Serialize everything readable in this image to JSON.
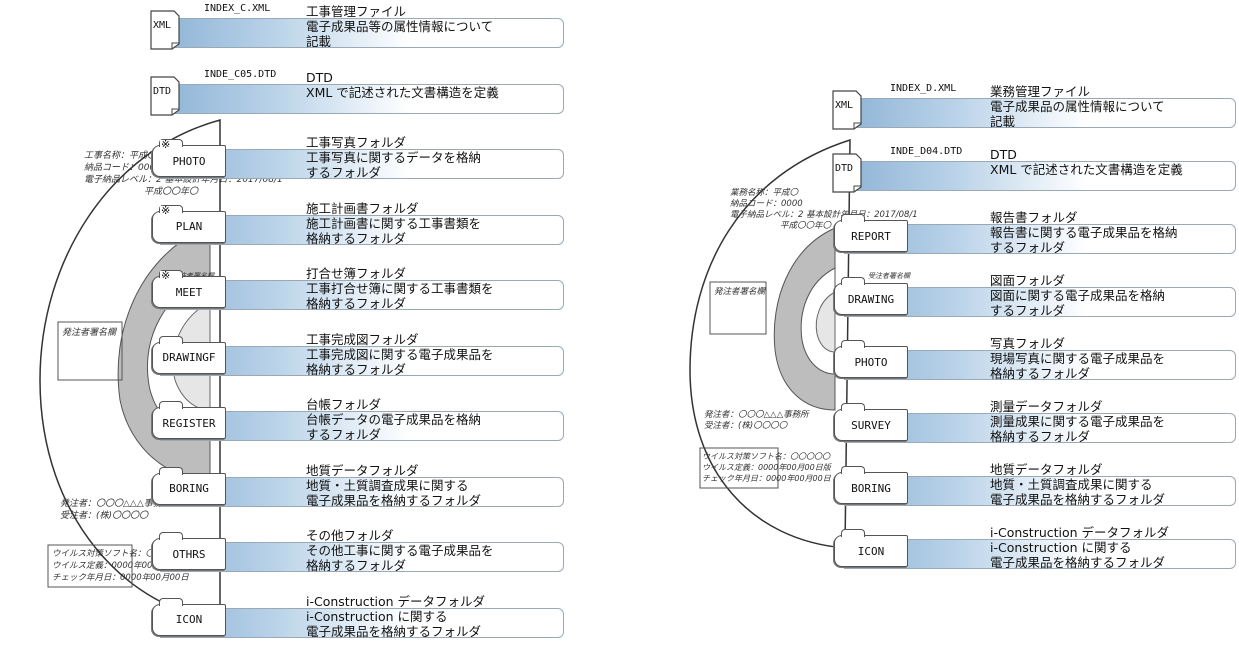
{
  "left": {
    "disc_label": [
      "工事名称：平成〇",
      "納品コード：0000",
      "電子納品レベル：2 基本設計年月日：2017/08/1",
      "平成〇〇年〇"
    ],
    "disc_box": "発注者署名欄",
    "disc_mid_label": "受注者署名欄",
    "disc_issuer": [
      "発注者：〇〇〇△△△事務所",
      "受注者：(株)〇〇〇〇"
    ],
    "disc_virus": [
      "ウイルス対策ソフト名：〇〇〇〇〇",
      "ウイルス定義：0000年00月00日版",
      "チェック年月日：0000年00月00日"
    ],
    "rows": [
      {
        "kind": "doc",
        "icon": "XML",
        "file": "INDEX_C.XML",
        "lines": [
          "工事管理ファイル",
          "電子成果品等の属性情報について",
          "記載"
        ]
      },
      {
        "kind": "doc",
        "icon": "DTD",
        "file": "INDE_C05.DTD",
        "lines": [
          "DTD",
          "XML で記述された文書構造を定義"
        ]
      },
      {
        "kind": "folder",
        "mark": "※",
        "tab": "PHOTO",
        "lines": [
          "工事写真フォルダ",
          "工事写真に関するデータを格納",
          "するフォルダ"
        ]
      },
      {
        "kind": "folder",
        "mark": "※",
        "tab": "PLAN",
        "lines": [
          "施工計画書フォルダ",
          "施工計画書に関する工事書類を",
          "格納するフォルダ"
        ]
      },
      {
        "kind": "folder",
        "mark": "※",
        "tab": "MEET",
        "lines": [
          "打合せ簿フォルダ",
          "工事打合せ簿に関する工事書類を",
          "格納するフォルダ"
        ]
      },
      {
        "kind": "folder",
        "mark": "",
        "tab": "DRAWINGF",
        "lines": [
          "工事完成図フォルダ",
          "工事完成図に関する電子成果品を",
          "格納するフォルダ"
        ]
      },
      {
        "kind": "folder",
        "mark": "",
        "tab": "REGISTER",
        "lines": [
          "台帳フォルダ",
          "台帳データの電子成果品を格納",
          "するフォルダ"
        ]
      },
      {
        "kind": "folder",
        "mark": "",
        "tab": "BORING",
        "lines": [
          "地質データフォルダ",
          "地質・土質調査成果に関する",
          "電子成果品を格納するフォルダ"
        ]
      },
      {
        "kind": "folder",
        "mark": "",
        "tab": "OTHRS",
        "lines": [
          "その他フォルダ",
          "その他工事に関する電子成果品を",
          "格納するフォルダ"
        ]
      },
      {
        "kind": "folder",
        "mark": "",
        "tab": "ICON",
        "lines": [
          "i-Construction データフォルダ",
          "i-Construction に関する",
          "電子成果品を格納するフォルダ"
        ]
      }
    ]
  },
  "right": {
    "disc_label": [
      "業務名称：平成〇",
      "納品コード：0000",
      "電子納品レベル：2 基本設計年月日：2017/08/1",
      "平成〇〇年〇"
    ],
    "disc_box": "発注者署名欄",
    "disc_mid_label": "受注者署名欄",
    "disc_issuer": [
      "発注者：〇〇〇△△△事務所",
      "受注者：(株)〇〇〇〇"
    ],
    "disc_virus": [
      "ウイルス対策ソフト名：〇〇〇〇〇",
      "ウイルス定義：0000年00月00日版",
      "チェック年月日：0000年00月00日"
    ],
    "rows": [
      {
        "kind": "doc",
        "icon": "XML",
        "file": "INDEX_D.XML",
        "lines": [
          "業務管理ファイル",
          "電子成果品の属性情報について",
          "記載"
        ]
      },
      {
        "kind": "doc",
        "icon": "DTD",
        "file": "INDE_D04.DTD",
        "lines": [
          "DTD",
          "XML で記述された文書構造を定義"
        ]
      },
      {
        "kind": "folder",
        "mark": "",
        "tab": "REPORT",
        "lines": [
          "報告書フォルダ",
          "報告書に関する電子成果品を格納",
          "するフォルダ"
        ]
      },
      {
        "kind": "folder",
        "mark": "",
        "tab": "DRAWING",
        "lines": [
          "図面フォルダ",
          "図面に関する電子成果品を格納",
          "するフォルダ"
        ]
      },
      {
        "kind": "folder",
        "mark": "",
        "tab": "PHOTO",
        "lines": [
          "写真フォルダ",
          "現場写真に関する電子成果品を",
          "格納するフォルダ"
        ]
      },
      {
        "kind": "folder",
        "mark": "",
        "tab": "SURVEY",
        "lines": [
          "測量データフォルダ",
          "測量成果に関する電子成果品を",
          "格納するフォルダ"
        ]
      },
      {
        "kind": "folder",
        "mark": "",
        "tab": "BORING",
        "lines": [
          "地質データフォルダ",
          "地質・土質調査成果に関する",
          "電子成果品を格納するフォルダ"
        ]
      },
      {
        "kind": "folder",
        "mark": "",
        "tab": "ICON",
        "lines": [
          "i-Construction データフォルダ",
          "i-Construction に関する",
          "電子成果品を格納するフォルダ"
        ]
      }
    ]
  }
}
